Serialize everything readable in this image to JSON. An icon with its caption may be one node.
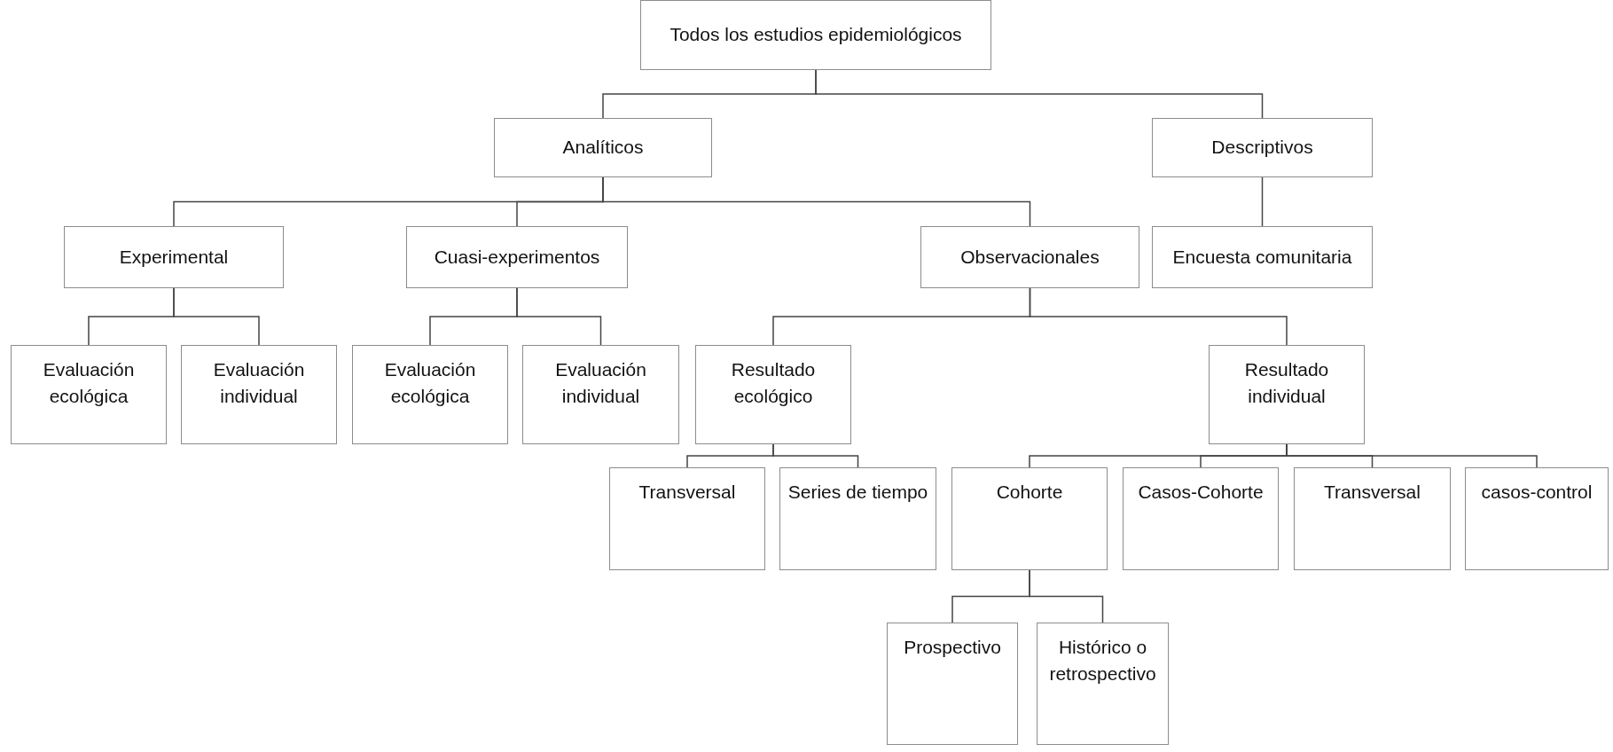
{
  "diagram": {
    "nodes": [
      {
        "text": [
          "Todos los estudios epidemiológicos"
        ]
      },
      {
        "text": [
          "Analíticos"
        ]
      },
      {
        "text": [
          "Descriptivos"
        ]
      },
      {
        "text": [
          "Experimental"
        ]
      },
      {
        "text": [
          "Cuasi-experimentos"
        ]
      },
      {
        "text": [
          "Observacionales"
        ]
      },
      {
        "text": [
          "Encuesta comunitaria"
        ]
      },
      {
        "text": [
          "Evaluación ecológica"
        ]
      },
      {
        "text": [
          "Evaluación individual"
        ]
      },
      {
        "text": [
          "Evaluación ecológica"
        ]
      },
      {
        "text": [
          "Evaluación individual"
        ]
      },
      {
        "text": [
          "Resultado ecológico"
        ]
      },
      {
        "text": [
          "Resultado individual"
        ]
      },
      {
        "text": [
          "Transversal"
        ]
      },
      {
        "text": [
          "Series de tiempo"
        ]
      },
      {
        "text": [
          "Cohorte"
        ]
      },
      {
        "text": [
          "Casos-Cohorte"
        ]
      },
      {
        "text": [
          "Transversal"
        ]
      },
      {
        "text": [
          "casos-control"
        ]
      },
      {
        "text": [
          "Prospectivo"
        ]
      },
      {
        "text": [
          "Histórico o retrospectivo"
        ]
      }
    ],
    "edges": [
      {
        "from": 0,
        "to": 1,
        "arrow": "none"
      },
      {
        "from": 0,
        "to": 2,
        "arrow": "none"
      },
      {
        "from": 1,
        "to": 3,
        "arrow": "none"
      },
      {
        "from": 1,
        "to": 4,
        "arrow": "none"
      },
      {
        "from": 1,
        "to": 5,
        "arrow": "none"
      },
      {
        "from": 2,
        "to": 6,
        "arrow": "none"
      },
      {
        "from": 3,
        "to": 7,
        "arrow": "none"
      },
      {
        "from": 3,
        "to": 8,
        "arrow": "none"
      },
      {
        "from": 4,
        "to": 9,
        "arrow": "none"
      },
      {
        "from": 4,
        "to": 10,
        "arrow": "none"
      },
      {
        "from": 5,
        "to": 11,
        "arrow": "none"
      },
      {
        "from": 5,
        "to": 12,
        "arrow": "none"
      },
      {
        "from": 11,
        "to": 13,
        "arrow": "none"
      },
      {
        "from": 11,
        "to": 14,
        "arrow": "none"
      },
      {
        "from": 12,
        "to": 15,
        "arrow": "none"
      },
      {
        "from": 12,
        "to": 16,
        "arrow": "none"
      },
      {
        "from": 12,
        "to": 17,
        "arrow": "none"
      },
      {
        "from": 12,
        "to": 18,
        "arrow": "none"
      },
      {
        "from": 15,
        "to": 19,
        "arrow": "none"
      },
      {
        "from": 15,
        "to": 20,
        "arrow": "none"
      }
    ]
  }
}
